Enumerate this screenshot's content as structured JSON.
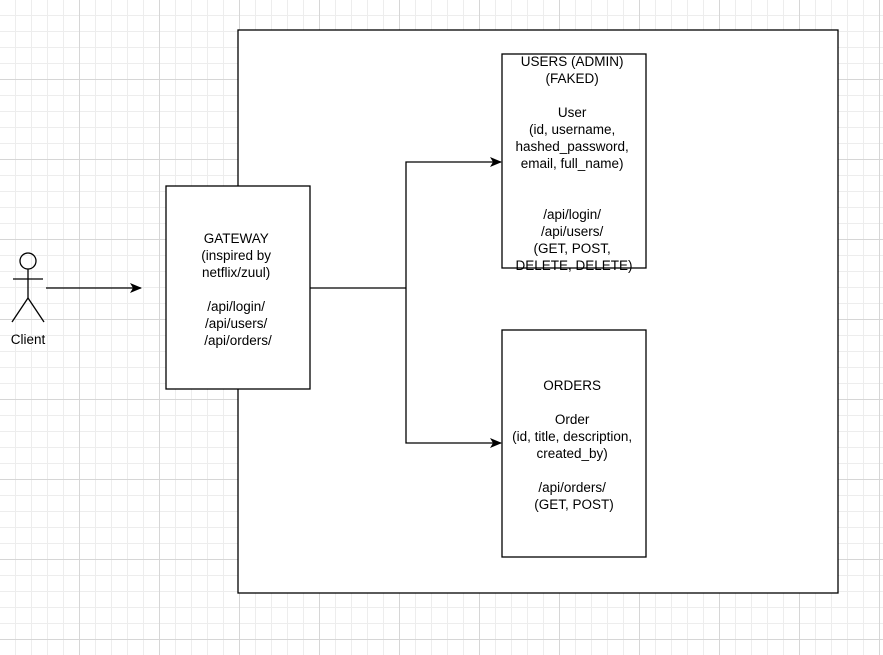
{
  "actor": {
    "label": "Client"
  },
  "gateway": {
    "lines": [
      "GATEWAY",
      "(inspired by",
      "netflix/zuul)",
      "",
      "/api/login/",
      "/api/users/",
      "/api/orders/"
    ]
  },
  "users_service": {
    "lines": [
      "USERS (ADMIN)",
      "(FAKED)",
      "",
      "User",
      "(id, username,",
      "hashed_password,",
      "email, full_name)",
      "",
      "",
      "/api/login/",
      "/api/users/",
      "(GET, POST,",
      "DELETE, DELETE)"
    ]
  },
  "orders_service": {
    "lines": [
      "ORDERS",
      "",
      "Order",
      "(id, title, description,",
      "created_by)",
      "",
      "/api/orders/",
      "(GET, POST)"
    ]
  }
}
